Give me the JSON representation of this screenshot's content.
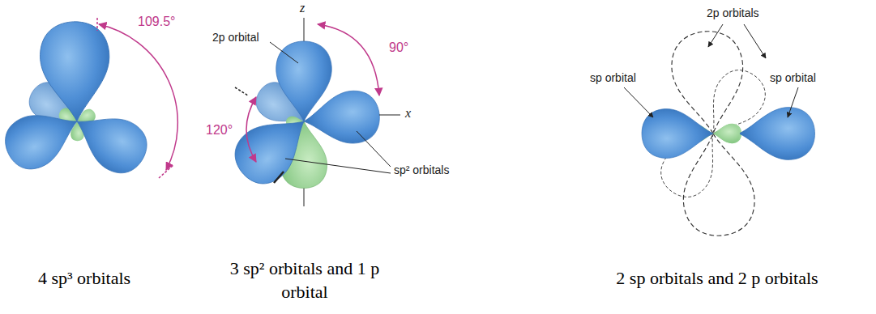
{
  "diagram": {
    "labels": [
      "109.5°",
      "z",
      "2p orbital",
      "90°",
      "x",
      "120°",
      "sp² orbitals",
      "2p orbitals",
      "sp orbital",
      "sp orbital",
      "4 sp³ orbitals",
      "3 sp² orbitals and 1 p orbital",
      "2 sp orbitals and 2 p orbitals"
    ]
  }
}
